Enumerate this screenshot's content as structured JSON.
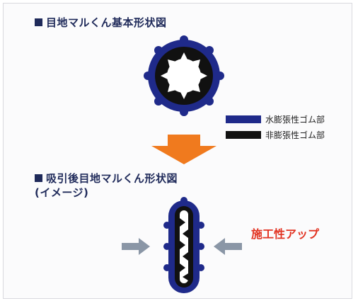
{
  "title_basic": "目地マルくん基本形状図",
  "title_after": "吸引後目地マルくん形状図",
  "title_after_sub": "(イメージ)",
  "legend": {
    "water": "水膨張性ゴム部",
    "non_water": "非膨張性ゴム部"
  },
  "performance_text": "施工性アップ",
  "colors": {
    "navy": "#1f2a8a",
    "black": "#111111",
    "orange": "#f07a1e",
    "gray_arrow": "#8a96a6",
    "red_text": "#e23322"
  }
}
